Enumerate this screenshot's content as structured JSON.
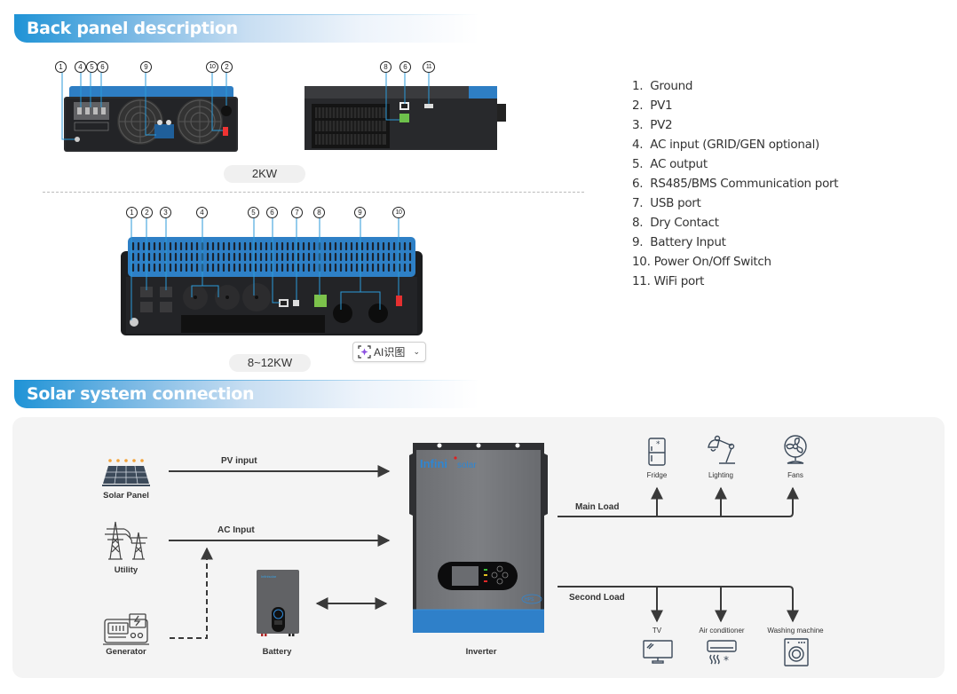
{
  "sections": {
    "back_panel": {
      "title": "Back panel description"
    },
    "solar_connection": {
      "title": "Solar system connection"
    }
  },
  "back_panel": {
    "models": [
      {
        "label": "2KW",
        "callouts_rear": [
          "1",
          "4",
          "5",
          "6",
          "9",
          "10",
          "2"
        ],
        "callouts_side": [
          "8",
          "6",
          "11"
        ]
      },
      {
        "label": "8~12KW",
        "callouts": [
          "1",
          "2",
          "3",
          "4",
          "5",
          "6",
          "7",
          "8",
          "9",
          "10"
        ]
      }
    ],
    "legend": [
      {
        "num": "1.",
        "text": "Ground"
      },
      {
        "num": "2.",
        "text": "PV1"
      },
      {
        "num": "3.",
        "text": "PV2"
      },
      {
        "num": "4.",
        "text": "AC input (GRID/GEN optional)"
      },
      {
        "num": "5.",
        "text": "AC output"
      },
      {
        "num": "6.",
        "text": "RS485/BMS Communication port"
      },
      {
        "num": "7.",
        "text": "USB port"
      },
      {
        "num": "8.",
        "text": "Dry Contact"
      },
      {
        "num": "9.",
        "text": "Battery Input"
      },
      {
        "num": "10.",
        "text": "Power On/Off Switch"
      },
      {
        "num": "11.",
        "text": "WiFi port"
      }
    ]
  },
  "ai_button": {
    "label": "AI识图",
    "icon": "sparkle-scan-icon"
  },
  "diagram": {
    "sources": [
      {
        "name": "Solar Panel",
        "icon": "solar-panel-icon",
        "link": "PV input"
      },
      {
        "name": "Utility",
        "icon": "power-tower-icon",
        "link": "AC Input"
      },
      {
        "name": "Generator",
        "icon": "generator-icon",
        "link": ""
      }
    ],
    "battery": {
      "name": "Battery",
      "brand": "Infinisolar"
    },
    "inverter": {
      "name": "Inverter",
      "brand_a": "Infini",
      "brand_b": "solar",
      "badge": "HPS"
    },
    "main_load": {
      "label": "Main Load",
      "devices": [
        {
          "name": "Fridge",
          "icon": "fridge-icon"
        },
        {
          "name": "Lighting",
          "icon": "desk-lamp-icon"
        },
        {
          "name": "Fans",
          "icon": "fan-icon"
        }
      ]
    },
    "second_load": {
      "label": "Second Load",
      "devices": [
        {
          "name": "TV",
          "icon": "tv-icon"
        },
        {
          "name": "Air conditioner",
          "icon": "air-conditioner-icon"
        },
        {
          "name": "Washing machine",
          "icon": "washing-machine-icon"
        }
      ]
    },
    "colors": {
      "accent_blue": "#1f93d6",
      "device_blue": "#2f7fc6",
      "device_gray": "#6b6d70",
      "line": "#333333"
    }
  }
}
